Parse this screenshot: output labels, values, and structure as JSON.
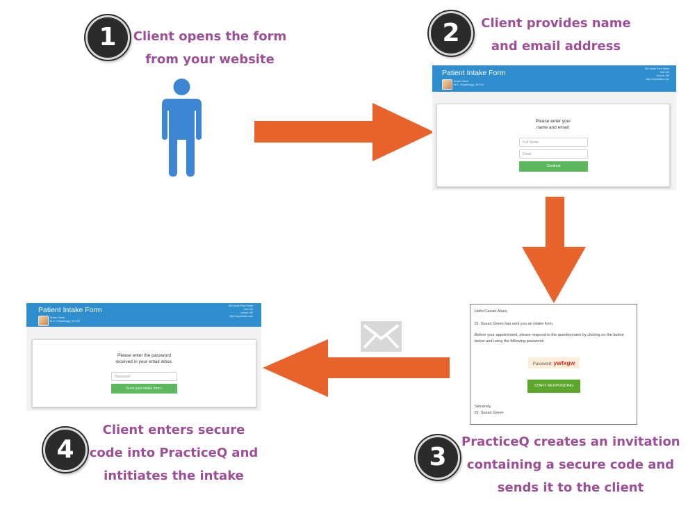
{
  "steps": [
    {
      "number": "1",
      "lines": [
        "Client opens the form",
        "from your website"
      ]
    },
    {
      "number": "2",
      "lines": [
        "Client provides name",
        "and email address"
      ]
    },
    {
      "number": "3",
      "lines": [
        "PracticeQ creates an invitation",
        "containing a secure code and",
        "sends it to the client"
      ]
    },
    {
      "number": "4",
      "lines": [
        "Client enters secure",
        "code into PracticeQ and",
        "intitiates the intake"
      ]
    }
  ],
  "form_step2": {
    "title": "Patient Intake Form",
    "clinician_name": "Susan Green",
    "clinician_credentials": "M.D. | Psychology | M.S.W.",
    "address_lines": [
      "304 South Park Street",
      "Suit 100",
      "Lincoln, NE",
      "http://mywebsite.com"
    ],
    "prompt_lines": [
      "Please enter your",
      "name and email:"
    ],
    "name_placeholder": "Full Name",
    "email_placeholder": "Email",
    "button_label": "Continue"
  },
  "email_step3": {
    "greeting": "Hello Cassio Alves,",
    "line1": "Dr. Susan Green has sent you an intake form.",
    "line2a": "Before your appointment, please respond to the questionnaire by clicking on the button",
    "line2b": "below and using the following password:",
    "password_label": "Password:",
    "password_code": "ywfxgw",
    "button_label": "START RESPONDING",
    "signoff": "Sincerely,",
    "signature": "Dr. Susan Green"
  },
  "form_step4": {
    "title": "Patient Intake Form",
    "clinician_name": "Susan Green",
    "clinician_credentials": "M.D. | Psychology | M.S.W.",
    "address_lines": [
      "304 South Park Street",
      "Suit 100",
      "Lincoln, NE",
      "http://mywebsite.com"
    ],
    "prompt_lines": [
      "Please enter the password",
      "received in your email inbox."
    ],
    "password_placeholder": "Password",
    "button_label": "Go to your intake form"
  },
  "colors": {
    "caption": "#9b4f96",
    "arrow": "#e8632b",
    "person": "#3d86d4",
    "header": "#2f8fce",
    "button_green": "#5cb85c"
  },
  "icons": [
    "person-icon",
    "envelope-icon",
    "arrow-right",
    "arrow-down",
    "arrow-left"
  ]
}
